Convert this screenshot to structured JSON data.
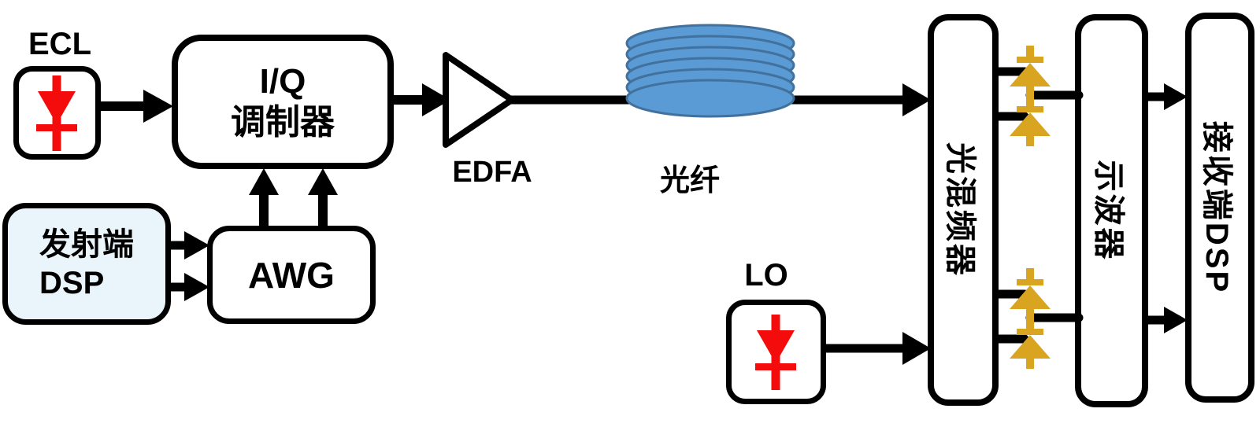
{
  "diagram": {
    "transmitter": {
      "ecl": {
        "label": "ECL"
      },
      "iq_modulator": {
        "line1": "I/Q",
        "line2": "调制器"
      },
      "tx_dsp": {
        "line1": "发射端",
        "line2": "DSP"
      },
      "awg": {
        "label": "AWG"
      },
      "edfa": {
        "label": "EDFA"
      }
    },
    "channel": {
      "fiber": {
        "label": "光纤"
      }
    },
    "receiver": {
      "lo": {
        "label": "LO"
      },
      "optical_hybrid": {
        "label": "光混频器"
      },
      "oscilloscope": {
        "label": "示波器"
      },
      "rx_dsp": {
        "label": "接收端DSP"
      }
    },
    "colors": {
      "outline": "#000000",
      "laser_diode_red": "#F40B0B",
      "photodiode_gold": "#D9A521",
      "fiber_fill": "#5B9BD5",
      "fiber_stroke": "#41719C",
      "tx_dsp_fill": "#E9F4FB"
    }
  }
}
